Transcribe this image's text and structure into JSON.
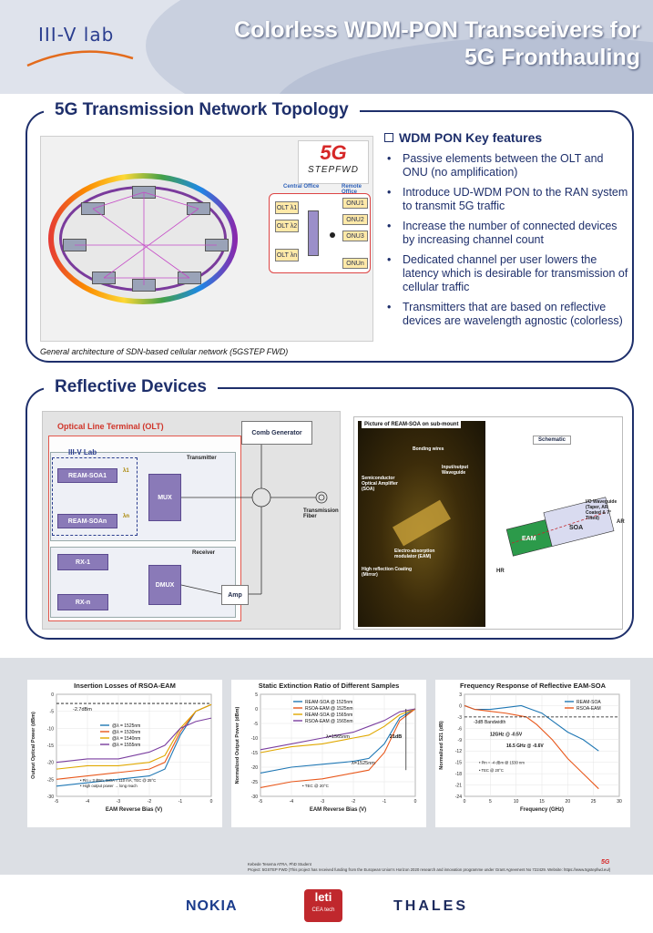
{
  "header": {
    "logo_text": "III-V lab",
    "title_line1": "Colorless WDM-PON Transceivers for",
    "title_line2": "5G Fronthauling"
  },
  "topology": {
    "heading": "5G Transmission Network Topology",
    "logo_5g": "5G",
    "logo_step": "STEPFWD",
    "central_office": "Central Office",
    "remote_office": "Remote Office",
    "olts": [
      "OLT λ1",
      "OLT λ2",
      "OLT λn"
    ],
    "onus": [
      "ONU1",
      "ONU2",
      "ONU3",
      "ONUn"
    ],
    "caption": "General architecture of SDN-based cellular network (5GSTEP FWD)",
    "features_title": "WDM PON Key features",
    "features": [
      "Passive elements between the OLT and ONU (no amplification)",
      "Introduce UD-WDM PON to the RAN system to transmit 5G traffic",
      "Increase the number of connected devices by increasing channel count",
      "Dedicated channel per user lowers the latency which is desirable for transmission of cellular traffic",
      "Transmitters that are based on reflective devices are wavelength agnostic (colorless)"
    ]
  },
  "reflective": {
    "heading": "Reflective Devices",
    "olt_label": "Optical Line Terminal (OLT)",
    "lab_label": "III-V Lab",
    "transmitter": "Transmitter",
    "receiver": "Receiver",
    "ream1": "REAM-SOA1",
    "reamn": "REAM-SOAn",
    "mux": "MUX",
    "dmux": "DMUX",
    "rx1": "RX-1",
    "rxn": "RX-n",
    "comb": "Comb Generator",
    "amp": "Amp",
    "fiber": "Transmission Fiber",
    "photo_title": "Picture of REAM-SOA on sub-mount",
    "photo_labels": [
      "Bonding wires",
      "Input/output Waveguide",
      "Semiconductor Optical Amplifier (SOA)",
      "Electro-absorption modulator (EAM)",
      "High reflection Coating (Mirror)"
    ],
    "schematic_title": "Schematic",
    "schem_labels": [
      "I/O Waveguide (Taper, AR Coated & 7° Tilted)",
      "SOA",
      "EAM",
      "HR",
      "AR"
    ]
  },
  "results": {
    "plots": [
      {
        "title": "Insertion Losses of RSOA-EAM",
        "xlabel": "EAM Reverse Bias (V)",
        "ylabel": "Output Optical Power (dBm)",
        "xticks": [
          "-5",
          "-4",
          "-3",
          "-2",
          "-1",
          "0"
        ],
        "yticks": [
          "0",
          "-5",
          "-10",
          "-15",
          "-20",
          "-25",
          "-30"
        ],
        "annotation": "-2.7dBm",
        "legend": [
          "@λ = 1525nm",
          "@λ = 1530nm",
          "@λ = 1540nm",
          "@λ = 1555nm"
        ],
        "note1": "Pin = 3 dBm, ISOA = 110 mA, TEC @ 25°C",
        "note2": "High output power → long reach"
      },
      {
        "title": "Static Extinction Ratio of Different Samples",
        "xlabel": "EAM Reverse Bias (V)",
        "ylabel": "Normalized Output Power (dBm)",
        "xticks": [
          "-5",
          "-4",
          "-3",
          "-2",
          "-1",
          "0"
        ],
        "yticks": [
          "5",
          "0",
          "-5",
          "-10",
          "-15",
          "-20",
          "-25",
          "-30"
        ],
        "legend": [
          "REAM-SOA @ 1525nm",
          "RSOA-EAM @ 1525nm",
          "REAM-SOA @ 1565nm",
          "RSOA-EAM @ 1565nm"
        ],
        "ann1": "λ=1565nm",
        "ann2": "λ=1525nm",
        "ann3": "21dB",
        "note": "TEC @ 20°C"
      },
      {
        "title": "Frequency Response of Reflective EAM-SOA",
        "xlabel": "Frequency (GHz)",
        "ylabel": "Normalized S21 (dB)",
        "xticks": [
          "0",
          "5",
          "10",
          "15",
          "20",
          "25",
          "30"
        ],
        "yticks": [
          "3",
          "0",
          "-3",
          "-6",
          "-9",
          "-12",
          "-15",
          "-18",
          "-21",
          "-24"
        ],
        "legend": [
          "REAM-SOA",
          "RSOA-EAM"
        ],
        "ann1": "-3dB Bandwidth",
        "ann2": "12GHz @ -0.5V",
        "ann3": "16.5 GHz @ -0.6V",
        "note1": "Pin = -4 dBm @ 1530 nm",
        "note2": "TEC @ 20°C"
      }
    ],
    "footer_line1": "Kebede Tesema ATRA, PhD Student",
    "footer_line2": "Project: 5GSTEP FWD (This project has received funding from the European Union's Horizon 2020 research and innovation programme under Grant Agreement No 722429. Website: https://www.5gstepfwd.eu/)",
    "mini_logo": "5G"
  },
  "sponsors": {
    "nokia": "NOKIA",
    "leti": "leti",
    "leti_sub": "CEA tech",
    "thales": "THALES"
  },
  "colors": {
    "navy": "#1e2f6b",
    "blue_series": "#1f77b4",
    "orange_series": "#e8581c"
  },
  "chart_data": [
    {
      "type": "line",
      "title": "Insertion Losses of RSOA-EAM",
      "xlabel": "EAM Reverse Bias (V)",
      "ylabel": "Output Optical Power (dBm)",
      "xlim": [
        -5,
        0
      ],
      "ylim": [
        -30,
        0
      ],
      "series": [
        {
          "name": "@λ = 1525nm",
          "x": [
            -5,
            -4,
            -3,
            -2,
            -1.5,
            -1,
            -0.5,
            0
          ],
          "y": [
            -27,
            -26,
            -25,
            -24,
            -22,
            -12,
            -5,
            -3
          ]
        },
        {
          "name": "@λ = 1530nm",
          "x": [
            -5,
            -4,
            -3,
            -2,
            -1.5,
            -1,
            -0.5,
            0
          ],
          "y": [
            -25,
            -24,
            -23,
            -22,
            -20,
            -11,
            -5,
            -3
          ]
        },
        {
          "name": "@λ = 1540nm",
          "x": [
            -5,
            -4,
            -3,
            -2,
            -1.5,
            -1,
            -0.5,
            0
          ],
          "y": [
            -22,
            -21,
            -21,
            -20,
            -18,
            -10,
            -5,
            -3
          ]
        },
        {
          "name": "@λ = 1555nm",
          "x": [
            -5,
            -4,
            -3,
            -2,
            -1.5,
            -1,
            -0.5,
            0
          ],
          "y": [
            -20,
            -19,
            -19,
            -17,
            -15,
            -10,
            -8,
            -7
          ]
        }
      ]
    },
    {
      "type": "line",
      "title": "Static Extinction Ratio of Different Samples",
      "xlabel": "EAM Reverse Bias (V)",
      "ylabel": "Normalized Output Power (dBm)",
      "xlim": [
        -5,
        0
      ],
      "ylim": [
        -30,
        5
      ],
      "series": [
        {
          "name": "REAM-SOA @ 1525nm",
          "x": [
            -5,
            -4,
            -3,
            -2,
            -1.5,
            -1,
            -0.5,
            0
          ],
          "y": [
            -22,
            -20,
            -19,
            -18,
            -17,
            -12,
            -3,
            0
          ]
        },
        {
          "name": "RSOA-EAM @ 1525nm",
          "x": [
            -5,
            -4,
            -3,
            -2,
            -1.5,
            -1,
            -0.5,
            0
          ],
          "y": [
            -27,
            -25,
            -24,
            -22,
            -21,
            -15,
            -4,
            0
          ]
        },
        {
          "name": "REAM-SOA @ 1565nm",
          "x": [
            -5,
            -4,
            -3,
            -2,
            -1.5,
            -1,
            -0.5,
            0
          ],
          "y": [
            -15,
            -13,
            -12,
            -10,
            -9,
            -6,
            -2,
            0
          ]
        },
        {
          "name": "RSOA-EAM @ 1565nm",
          "x": [
            -5,
            -4,
            -3,
            -2,
            -1.5,
            -1,
            -0.5,
            0
          ],
          "y": [
            -14,
            -12,
            -10,
            -8,
            -6,
            -4,
            -1,
            0
          ]
        }
      ]
    },
    {
      "type": "line",
      "title": "Frequency Response of Reflective EAM-SOA",
      "xlabel": "Frequency (GHz)",
      "ylabel": "Normalized S21 (dB)",
      "xlim": [
        0,
        30
      ],
      "ylim": [
        -24,
        3
      ],
      "series": [
        {
          "name": "REAM-SOA",
          "x": [
            0,
            2,
            5,
            8,
            11,
            13,
            15,
            17,
            20,
            23,
            26
          ],
          "y": [
            0,
            -1,
            -1,
            -0.5,
            0,
            -1,
            -2,
            -4,
            -7,
            -9,
            -12
          ]
        },
        {
          "name": "RSOA-EAM",
          "x": [
            0,
            2,
            5,
            8,
            10,
            12,
            14,
            17,
            20,
            23,
            26
          ],
          "y": [
            0,
            -1,
            -1.5,
            -2,
            -2.5,
            -3,
            -5,
            -9,
            -14,
            -18,
            -22
          ]
        }
      ]
    }
  ]
}
